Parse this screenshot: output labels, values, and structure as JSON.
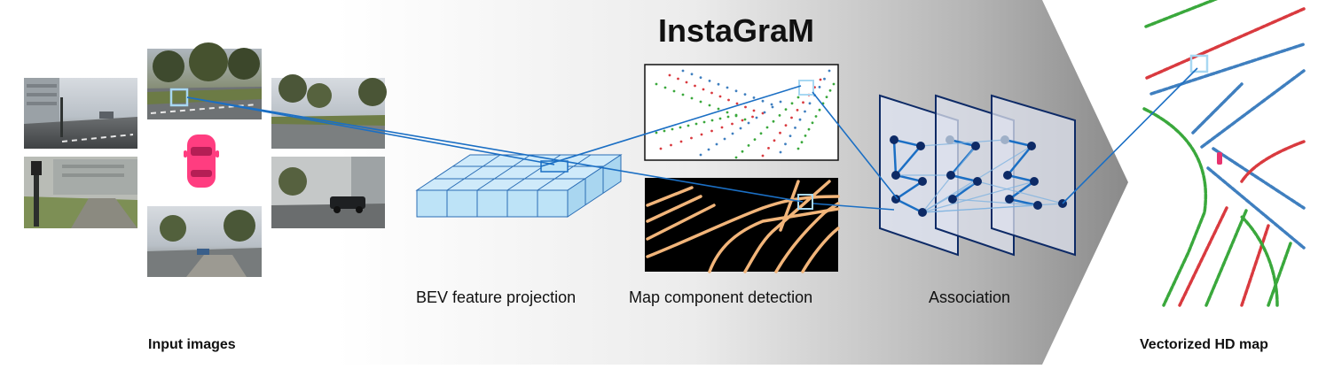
{
  "title": "InstaGraM",
  "labels": {
    "input_images": "Input images",
    "bev_feature_projection": "BEV feature projection",
    "map_component_detection": "Map component detection",
    "association": "Association",
    "vectorized_hd_map": "Vectorized HD map"
  },
  "colors": {
    "ego_car": "#ff3d80",
    "grid_cell": "#bde3f7",
    "grid_stroke": "#2a6db5",
    "connector": "#1b6fc4",
    "highlight_box": "#a8d8f2",
    "graph_node": "#0d2a66",
    "graph_panel": "#dde2ee",
    "heatmap_background": "#000000",
    "heatmap_line": "#f2b57a",
    "map_green": "#3aa83c",
    "map_red": "#d93a3f",
    "map_blue": "#3f7fbf",
    "arrow_gradient_start": "#ffffff",
    "arrow_gradient_end": "#808080"
  },
  "icons": [
    "ego-car-icon"
  ]
}
